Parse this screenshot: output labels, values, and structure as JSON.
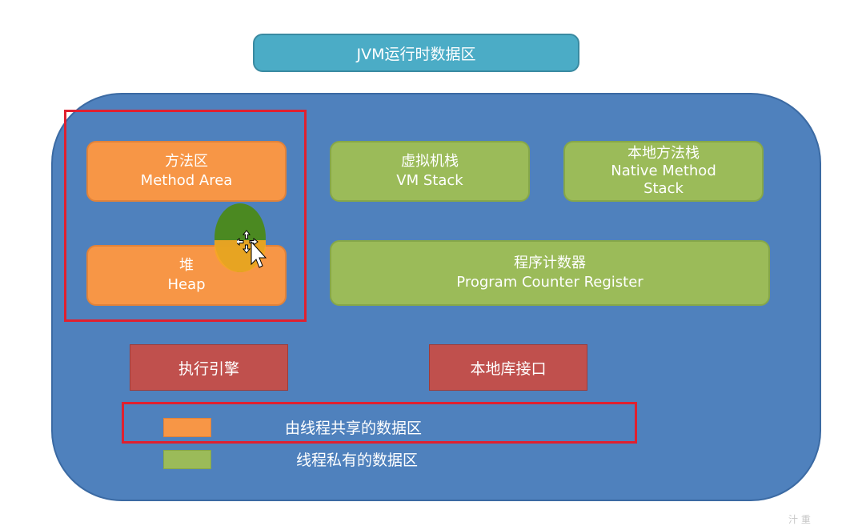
{
  "title": "JVM运行时数据区",
  "method_area": {
    "zh": "方法区",
    "en": "Method Area"
  },
  "heap": {
    "zh": "堆",
    "en": "Heap"
  },
  "vm_stack": {
    "zh": "虚拟机栈",
    "en": "VM Stack"
  },
  "native_stack": {
    "zh": "本地方法栈",
    "en_line1": "Native Method",
    "en_line2": "Stack"
  },
  "pc_register": {
    "zh": "程序计数器",
    "en": "Program Counter Register"
  },
  "execution_engine": "执行引擎",
  "native_interface": "本地库接口",
  "legend": {
    "shared": "由线程共享的数据区",
    "private": "线程私有的数据区"
  },
  "watermark": "汁 重",
  "colors": {
    "panel": "#4f81bd",
    "shared_area": "#f79646",
    "private_area": "#9bbb59",
    "engine": "#c0504d",
    "title": "#4bacc6",
    "highlight_frame": "#e0202f"
  }
}
